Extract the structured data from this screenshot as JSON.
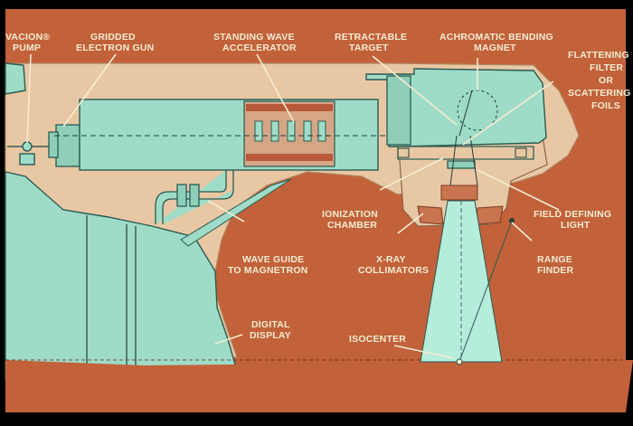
{
  "slide": {
    "colors": {
      "background": "#c2623a",
      "frame": "#000000",
      "machine": "#9fdcc8",
      "housing": "#e8c8a4",
      "label_text": "#f4ecd0"
    }
  },
  "labels": {
    "vacion_pump_line1": "VACION®",
    "vacion_pump_line2": "PUMP",
    "electron_gun_line1": "GRIDDED",
    "electron_gun_line2": "ELECTRON GUN",
    "accelerator_line1": "STANDING WAVE",
    "accelerator_line2": "ACCELERATOR",
    "target_line1": "RETRACTABLE",
    "target_line2": "TARGET",
    "magnet_line1": "ACHROMATIC BENDING",
    "magnet_line2": "MAGNET",
    "filter_line1": "FLATTENING",
    "filter_line2": "FILTER",
    "filter_line3": "OR",
    "filter_line4": "SCATTERING",
    "filter_line5": "FOILS",
    "ionization_line1": "IONIZATION",
    "ionization_line2": "CHAMBER",
    "field_light_line1": "FIELD DEFINING",
    "field_light_line2": "LIGHT",
    "waveguide_line1": "WAVE GUIDE",
    "waveguide_line2": "TO MAGNETRON",
    "collimators_line1": "X-RAY",
    "collimators_line2": "COLLIMATORS",
    "range_finder_line1": "RANGE",
    "range_finder_line2": "FINDER",
    "digital_display_line1": "DIGITAL",
    "digital_display_line2": "DISPLAY",
    "isocenter": "ISOCENTER"
  }
}
